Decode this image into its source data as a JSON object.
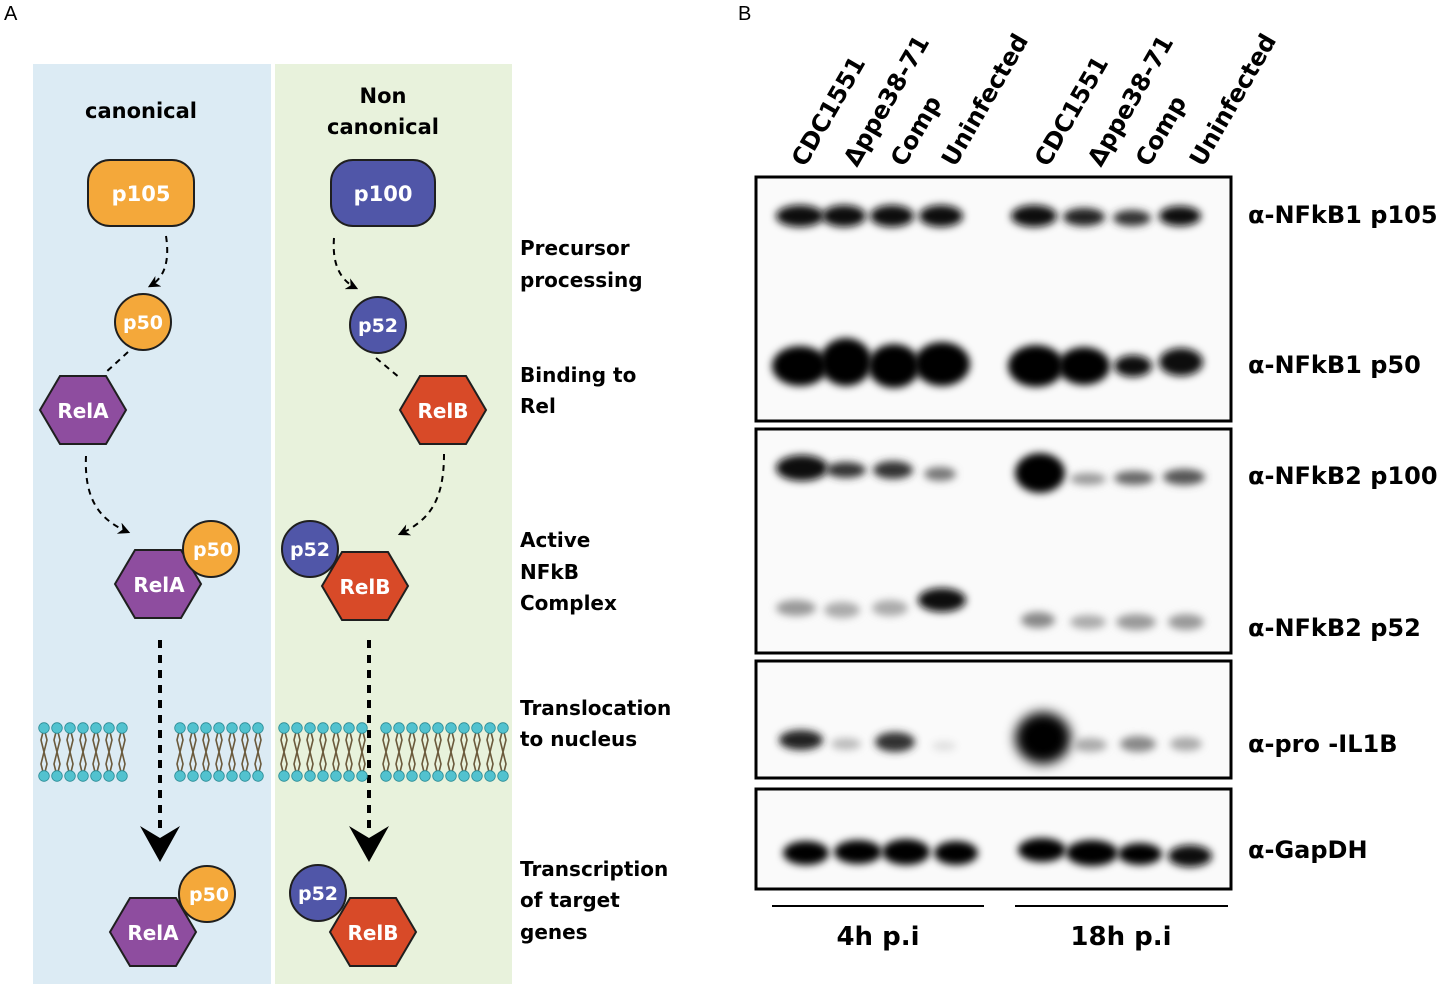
{
  "panel_a": {
    "letter": "A",
    "canonical": {
      "title": "canonical",
      "precursor": "p105",
      "subunit": "p50",
      "rel": "RelA"
    },
    "noncanonical": {
      "title_line1": "Non",
      "title_line2": "canonical",
      "precursor": "p100",
      "subunit": "p52",
      "rel": "RelB"
    },
    "stages": [
      {
        "lines": [
          "Precursor",
          "processing"
        ]
      },
      {
        "lines": [
          "Binding to",
          "Rel"
        ]
      },
      {
        "lines": [
          "Active",
          "NFkB",
          "Complex"
        ]
      },
      {
        "lines": [
          "Translocation",
          "to nucleus"
        ]
      },
      {
        "lines": [
          "Transcription",
          "of target",
          "genes"
        ]
      }
    ],
    "colors": {
      "canonical_bg": "#dcebf4",
      "noncanonical_bg": "#e8f2dc",
      "p105_p50": "#f4a83a",
      "p100_p52": "#5056a8",
      "relA": "#8e4d9f",
      "relB": "#d84a28",
      "lipid_head": "#52c2cf",
      "lipid_tail": "#6b5a3c"
    }
  },
  "panel_b": {
    "letter": "B",
    "lanes": [
      "CDC1551",
      "Δppe38-71",
      "Comp",
      "Uninfected",
      "CDC1551",
      "Δppe38-71",
      "Comp",
      "Uninfected"
    ],
    "antibodies": [
      "α-NFkB1 p105",
      "α-NFkB1 p50",
      "α-NFkB2 p100",
      "α-NFkB2 p52",
      "α-pro -IL1B",
      "α-GapDH"
    ],
    "timepoints": [
      "4h p.i",
      "18h p.i"
    ]
  }
}
